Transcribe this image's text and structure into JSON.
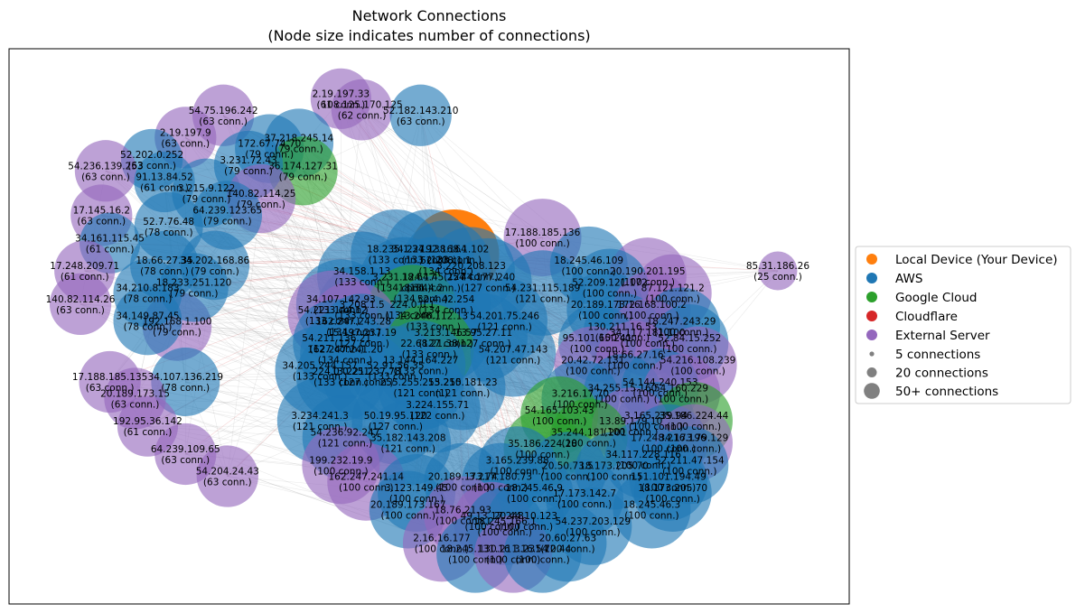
{
  "chart_data": {
    "type": "network",
    "title": "Network Connections",
    "subtitle": "(Node size indicates number of connections)",
    "legend": {
      "placement": "right",
      "categories": [
        {
          "label": "Local Device (Your Device)",
          "color": "#ff7f0e"
        },
        {
          "label": "AWS",
          "color": "#1f77b4"
        },
        {
          "label": "Google Cloud",
          "color": "#2ca02c"
        },
        {
          "label": "Cloudflare",
          "color": "#d62728"
        },
        {
          "label": "External Server",
          "color": "#9467bd"
        }
      ],
      "sizes": [
        {
          "label": "5 connections",
          "connections": 5
        },
        {
          "label": "20 connections",
          "connections": 20
        },
        {
          "label": "50+ connections",
          "connections": 50
        }
      ]
    },
    "nodes": [
      {
        "ip": "192.168.1.100",
        "connections": 79,
        "category": "External Server",
        "x": 0.2,
        "y": 0.5
      },
      {
        "ip": "192.168.1.102",
        "connections": 133,
        "category": "Local Device (Your Device)",
        "x": 0.53,
        "y": 0.63
      },
      {
        "ip": "2.19.197.33",
        "connections": 61,
        "category": "External Server",
        "x": 0.395,
        "y": 0.91
      },
      {
        "ip": "108.125.170.125",
        "connections": 62,
        "category": "External Server",
        "x": 0.42,
        "y": 0.89
      },
      {
        "ip": "52.182.143.210",
        "connections": 63,
        "category": "AWS",
        "x": 0.49,
        "y": 0.88
      },
      {
        "ip": "54.75.196.242",
        "connections": 63,
        "category": "External Server",
        "x": 0.255,
        "y": 0.88
      },
      {
        "ip": "37.218.245.14",
        "connections": 79,
        "category": "AWS",
        "x": 0.345,
        "y": 0.83
      },
      {
        "ip": "172.67.74.70",
        "connections": 79,
        "category": "AWS",
        "x": 0.31,
        "y": 0.82
      },
      {
        "ip": "2.19.197.9",
        "connections": 63,
        "category": "External Server",
        "x": 0.21,
        "y": 0.84
      },
      {
        "ip": "36.174.127.31",
        "connections": 79,
        "category": "Google Cloud",
        "x": 0.35,
        "y": 0.78
      },
      {
        "ip": "52.202.0.252",
        "connections": 63,
        "category": "AWS",
        "x": 0.17,
        "y": 0.8
      },
      {
        "ip": "3.231.72.43",
        "connections": 79,
        "category": "AWS",
        "x": 0.285,
        "y": 0.79
      },
      {
        "ip": "54.236.139.253",
        "connections": 63,
        "category": "External Server",
        "x": 0.115,
        "y": 0.78
      },
      {
        "ip": "91.13.84.52",
        "connections": 61,
        "category": "AWS",
        "x": 0.185,
        "y": 0.76
      },
      {
        "ip": "3.215.9.122",
        "connections": 79,
        "category": "AWS",
        "x": 0.235,
        "y": 0.74
      },
      {
        "ip": "140.82.114.25",
        "connections": 79,
        "category": "External Server",
        "x": 0.3,
        "y": 0.73
      },
      {
        "ip": "64.239.123.65",
        "connections": 79,
        "category": "AWS",
        "x": 0.26,
        "y": 0.7
      },
      {
        "ip": "17.145.16.2",
        "connections": 63,
        "category": "External Server",
        "x": 0.11,
        "y": 0.7
      },
      {
        "ip": "52.7.76.48",
        "connections": 78,
        "category": "AWS",
        "x": 0.19,
        "y": 0.68
      },
      {
        "ip": "34.161.115.45",
        "connections": 61,
        "category": "AWS",
        "x": 0.12,
        "y": 0.65
      },
      {
        "ip": "18.66.27.35",
        "connections": 78,
        "category": "AWS",
        "x": 0.185,
        "y": 0.61
      },
      {
        "ip": "34.202.168.86",
        "connections": 79,
        "category": "AWS",
        "x": 0.245,
        "y": 0.61
      },
      {
        "ip": "17.248.209.71",
        "connections": 61,
        "category": "External Server",
        "x": 0.09,
        "y": 0.6
      },
      {
        "ip": "34.210.8.183",
        "connections": 78,
        "category": "AWS",
        "x": 0.165,
        "y": 0.56
      },
      {
        "ip": "18.233.251.120",
        "connections": 79,
        "category": "AWS",
        "x": 0.22,
        "y": 0.57
      },
      {
        "ip": "140.82.114.26",
        "connections": 63,
        "category": "External Server",
        "x": 0.085,
        "y": 0.54
      },
      {
        "ip": "34.149.87.45",
        "connections": 78,
        "category": "AWS",
        "x": 0.165,
        "y": 0.51
      },
      {
        "ip": "17.188.185.135",
        "connections": 63,
        "category": "External Server",
        "x": 0.12,
        "y": 0.4
      },
      {
        "ip": "34.107.136.219",
        "connections": 78,
        "category": "AWS",
        "x": 0.21,
        "y": 0.4
      },
      {
        "ip": "20.189.173.15",
        "connections": 63,
        "category": "External Server",
        "x": 0.15,
        "y": 0.37
      },
      {
        "ip": "192.95.36.142",
        "connections": 61,
        "category": "External Server",
        "x": 0.165,
        "y": 0.32
      },
      {
        "ip": "64.239.109.65",
        "connections": 63,
        "category": "External Server",
        "x": 0.21,
        "y": 0.27
      },
      {
        "ip": "54.204.24.43",
        "connections": 63,
        "category": "External Server",
        "x": 0.26,
        "y": 0.23
      },
      {
        "ip": "17.188.185.136",
        "connections": 100,
        "category": "External Server",
        "x": 0.635,
        "y": 0.66
      },
      {
        "ip": "18.245.46.109",
        "connections": 100,
        "category": "AWS",
        "x": 0.69,
        "y": 0.61
      },
      {
        "ip": "85.31.186.26",
        "connections": 25,
        "category": "External Server",
        "x": 0.915,
        "y": 0.6
      },
      {
        "ip": "20.190.201.195",
        "connections": 100,
        "category": "External Server",
        "x": 0.76,
        "y": 0.59
      },
      {
        "ip": "87.121.121.2",
        "connections": 100,
        "category": "External Server",
        "x": 0.79,
        "y": 0.56
      },
      {
        "ip": "52.209.121.172",
        "connections": 100,
        "category": "AWS",
        "x": 0.715,
        "y": 0.57
      },
      {
        "ip": "18.235.1.34",
        "connections": 133,
        "category": "AWS",
        "x": 0.46,
        "y": 0.63
      },
      {
        "ip": "34.227.138.164",
        "connections": 133,
        "category": "AWS",
        "x": 0.5,
        "y": 0.63
      },
      {
        "ip": "52.208.1.1",
        "connections": 134,
        "category": "AWS",
        "x": 0.52,
        "y": 0.61
      },
      {
        "ip": "3.220.208.123",
        "connections": 127,
        "category": "AWS",
        "x": 0.55,
        "y": 0.6
      },
      {
        "ip": "34.158.1.13",
        "connections": 133,
        "category": "AWS",
        "x": 0.42,
        "y": 0.59
      },
      {
        "ip": "3.231.124.17",
        "connections": 134,
        "category": "AWS",
        "x": 0.47,
        "y": 0.58
      },
      {
        "ip": "18.64.45.254",
        "connections": 134,
        "category": "AWS",
        "x": 0.505,
        "y": 0.58
      },
      {
        "ip": "44.177.240",
        "connections": 127,
        "category": "AWS",
        "x": 0.57,
        "y": 0.58
      },
      {
        "ip": "54.231.115.189",
        "connections": 121,
        "category": "AWS",
        "x": 0.635,
        "y": 0.56
      },
      {
        "ip": "18.31.4.2",
        "connections": 134,
        "category": "AWS",
        "x": 0.49,
        "y": 0.56
      },
      {
        "ip": "34.107.142.93",
        "connections": 133,
        "category": "AWS",
        "x": 0.395,
        "y": 0.54
      },
      {
        "ip": "3.208.1.5",
        "connections": 133,
        "category": "AWS",
        "x": 0.42,
        "y": 0.53
      },
      {
        "ip": "52.4.42.254",
        "connections": 134,
        "category": "AWS",
        "x": 0.52,
        "y": 0.54
      },
      {
        "ip": "224.0.0.1",
        "connections": 134,
        "category": "Google Cloud",
        "x": 0.48,
        "y": 0.53
      },
      {
        "ip": "54.201.75.246",
        "connections": 121,
        "category": "AWS",
        "x": 0.59,
        "y": 0.51
      },
      {
        "ip": "20.189.173.16",
        "connections": 100,
        "category": "AWS",
        "x": 0.71,
        "y": 0.53
      },
      {
        "ip": "172.168.100.2",
        "connections": 100,
        "category": "External Server",
        "x": 0.765,
        "y": 0.53
      },
      {
        "ip": "18.247.243.29",
        "connections": 100,
        "category": "AWS",
        "x": 0.8,
        "y": 0.5
      },
      {
        "ip": "54.221.144.12",
        "connections": 133,
        "category": "External Server",
        "x": 0.385,
        "y": 0.52
      },
      {
        "ip": "162.247.243.28",
        "connections": 134,
        "category": "External Server",
        "x": 0.41,
        "y": 0.5
      },
      {
        "ip": "13.246.112.13",
        "connections": 133,
        "category": "AWS",
        "x": 0.505,
        "y": 0.51
      },
      {
        "ip": "130.211.16.53",
        "connections": 100,
        "category": "AWS",
        "x": 0.73,
        "y": 0.49
      },
      {
        "ip": "34.117.181.100",
        "connections": 100,
        "category": "External Server",
        "x": 0.76,
        "y": 0.48
      },
      {
        "ip": "54.211.136.21",
        "connections": 127,
        "category": "AWS",
        "x": 0.39,
        "y": 0.47
      },
      {
        "ip": "15.197.237.19",
        "connections": 127,
        "category": "AWS",
        "x": 0.42,
        "y": 0.48
      },
      {
        "ip": "3.213.146.57",
        "connections": 127,
        "category": "AWS",
        "x": 0.52,
        "y": 0.48
      },
      {
        "ip": "13.95.27.11",
        "connections": 127,
        "category": "AWS",
        "x": 0.565,
        "y": 0.48
      },
      {
        "ip": "95.101.65.241",
        "connections": 100,
        "category": "AWS",
        "x": 0.7,
        "y": 0.47
      },
      {
        "ip": "52.84.15.252",
        "connections": 100,
        "category": "AWS",
        "x": 0.81,
        "y": 0.47
      },
      {
        "ip": "162.247.241.20",
        "connections": 134,
        "category": "AWS",
        "x": 0.4,
        "y": 0.45
      },
      {
        "ip": "22.68.21.38",
        "connections": 133,
        "category": "Google Cloud",
        "x": 0.5,
        "y": 0.46
      },
      {
        "ip": "54.207.47.143",
        "connections": 121,
        "category": "AWS",
        "x": 0.6,
        "y": 0.45
      },
      {
        "ip": "20.42.72.131",
        "connections": 100,
        "category": "External Server",
        "x": 0.695,
        "y": 0.43
      },
      {
        "ip": "18.66.27.16",
        "connections": 100,
        "category": "External Server",
        "x": 0.745,
        "y": 0.44
      },
      {
        "ip": "54.216.108.239",
        "connections": 100,
        "category": "External Server",
        "x": 0.82,
        "y": 0.43
      },
      {
        "ip": "34.205.244.157",
        "connections": 133,
        "category": "AWS",
        "x": 0.37,
        "y": 0.42
      },
      {
        "ip": "224.0.0.251",
        "connections": 133,
        "category": "AWS",
        "x": 0.395,
        "y": 0.41
      },
      {
        "ip": "13.221.237.78",
        "connections": 127,
        "category": "AWS",
        "x": 0.425,
        "y": 0.41
      },
      {
        "ip": "52.91.56.35",
        "connections": 133,
        "category": "AWS",
        "x": 0.46,
        "y": 0.42
      },
      {
        "ip": "13.144.164.227",
        "connections": 133,
        "category": "AWS",
        "x": 0.49,
        "y": 0.43
      },
      {
        "ip": "255.255.255.255",
        "connections": 121,
        "category": "AWS",
        "x": 0.49,
        "y": 0.39
      },
      {
        "ip": "13.210.181.23",
        "connections": 121,
        "category": "AWS",
        "x": 0.54,
        "y": 0.39
      },
      {
        "ip": "54.144.240.153",
        "connections": 100,
        "category": "AWS",
        "x": 0.775,
        "y": 0.39
      },
      {
        "ip": "34.255.15.160",
        "connections": 100,
        "category": "AWS",
        "x": 0.73,
        "y": 0.38
      },
      {
        "ip": "54.160.229",
        "connections": 100,
        "category": "External Server",
        "x": 0.8,
        "y": 0.38
      },
      {
        "ip": "3.216.17.70",
        "connections": 100,
        "category": "AWS",
        "x": 0.68,
        "y": 0.37
      },
      {
        "ip": "3.234.241.3",
        "connections": 121,
        "category": "AWS",
        "x": 0.37,
        "y": 0.33
      },
      {
        "ip": "3.224.155.71",
        "connections": 122,
        "category": "AWS",
        "x": 0.51,
        "y": 0.35
      },
      {
        "ip": "54.165.103.43",
        "connections": 100,
        "category": "Google Cloud",
        "x": 0.655,
        "y": 0.34
      },
      {
        "ip": "3.165.239.94",
        "connections": 100,
        "category": "AWS",
        "x": 0.77,
        "y": 0.33
      },
      {
        "ip": "35.186.224.44",
        "connections": 100,
        "category": "Google Cloud",
        "x": 0.815,
        "y": 0.33
      },
      {
        "ip": "50.19.95.120",
        "connections": 127,
        "category": "AWS",
        "x": 0.46,
        "y": 0.33
      },
      {
        "ip": "13.89.179.10",
        "connections": 100,
        "category": "External Server",
        "x": 0.74,
        "y": 0.32
      },
      {
        "ip": "54.236.92.247",
        "connections": 121,
        "category": "AWS",
        "x": 0.4,
        "y": 0.3
      },
      {
        "ip": "35.244.181.201",
        "connections": 100,
        "category": "Google Cloud",
        "x": 0.69,
        "y": 0.3
      },
      {
        "ip": "17.248.216.196",
        "connections": 100,
        "category": "AWS",
        "x": 0.785,
        "y": 0.29
      },
      {
        "ip": "34.173.79.129",
        "connections": 100,
        "category": "External Server",
        "x": 0.815,
        "y": 0.29
      },
      {
        "ip": "35.182.143.208",
        "connections": 121,
        "category": "AWS",
        "x": 0.475,
        "y": 0.29
      },
      {
        "ip": "35.186.224.28",
        "connections": 100,
        "category": "Google Cloud",
        "x": 0.635,
        "y": 0.28
      },
      {
        "ip": "3.165.239.88",
        "connections": 100,
        "category": "AWS",
        "x": 0.605,
        "y": 0.25
      },
      {
        "ip": "34.117.228.116",
        "connections": 100,
        "category": "AWS",
        "x": 0.755,
        "y": 0.26
      },
      {
        "ip": "52.211.47.154",
        "connections": 100,
        "category": "AWS",
        "x": 0.81,
        "y": 0.25
      },
      {
        "ip": "199.232.19.9",
        "connections": 100,
        "category": "External Server",
        "x": 0.395,
        "y": 0.25
      },
      {
        "ip": "20.50.73.5",
        "connections": 100,
        "category": "AWS",
        "x": 0.665,
        "y": 0.24
      },
      {
        "ip": "18.173.205.70",
        "connections": 100,
        "category": "AWS",
        "x": 0.72,
        "y": 0.24
      },
      {
        "ip": "151.101.194.49",
        "connections": 100,
        "category": "AWS",
        "x": 0.785,
        "y": 0.22
      },
      {
        "ip": "162.247.241.14",
        "connections": 100,
        "category": "External Server",
        "x": 0.425,
        "y": 0.22
      },
      {
        "ip": "20.189.173.74",
        "connections": 100,
        "category": "AWS",
        "x": 0.54,
        "y": 0.22
      },
      {
        "ip": "3.217.180.73",
        "connections": 100,
        "category": "AWS",
        "x": 0.585,
        "y": 0.22
      },
      {
        "ip": "18.173.205.70",
        "connections": 100,
        "category": "AWS",
        "x": 0.79,
        "y": 0.2
      },
      {
        "ip": "3.123.149.45",
        "connections": 100,
        "category": "AWS",
        "x": 0.485,
        "y": 0.2
      },
      {
        "ip": "18.245.46.9",
        "connections": 100,
        "category": "AWS",
        "x": 0.625,
        "y": 0.2
      },
      {
        "ip": "17.173.142.7",
        "connections": 100,
        "category": "AWS",
        "x": 0.685,
        "y": 0.19
      },
      {
        "ip": "18.245.46.3",
        "connections": 100,
        "category": "AWS",
        "x": 0.765,
        "y": 0.17
      },
      {
        "ip": "20.189.173.167",
        "connections": 100,
        "category": "AWS",
        "x": 0.475,
        "y": 0.17
      },
      {
        "ip": "18.76.21.93",
        "connections": 100,
        "category": "External Server",
        "x": 0.54,
        "y": 0.16
      },
      {
        "ip": "49.13.17.248",
        "connections": 100,
        "category": "External Server",
        "x": 0.575,
        "y": 0.15
      },
      {
        "ip": "20.44.10.123",
        "connections": 100,
        "category": "AWS",
        "x": 0.615,
        "y": 0.15
      },
      {
        "ip": "54.237.203.129",
        "connections": 100,
        "category": "AWS",
        "x": 0.695,
        "y": 0.14
      },
      {
        "ip": "18.245.166.1",
        "connections": 100,
        "category": "AWS",
        "x": 0.59,
        "y": 0.14
      },
      {
        "ip": "2.16.16.177",
        "connections": 100,
        "category": "External Server",
        "x": 0.515,
        "y": 0.11
      },
      {
        "ip": "20.60.27.63",
        "connections": 100,
        "category": "AWS",
        "x": 0.665,
        "y": 0.11
      },
      {
        "ip": "18.245.131.16",
        "connections": 100,
        "category": "AWS",
        "x": 0.555,
        "y": 0.09
      },
      {
        "ip": "130.211.16.54",
        "connections": 100,
        "category": "External Server",
        "x": 0.6,
        "y": 0.09
      },
      {
        "ip": "3.231.72.44",
        "connections": 100,
        "category": "AWS",
        "x": 0.635,
        "y": 0.09
      }
    ]
  }
}
